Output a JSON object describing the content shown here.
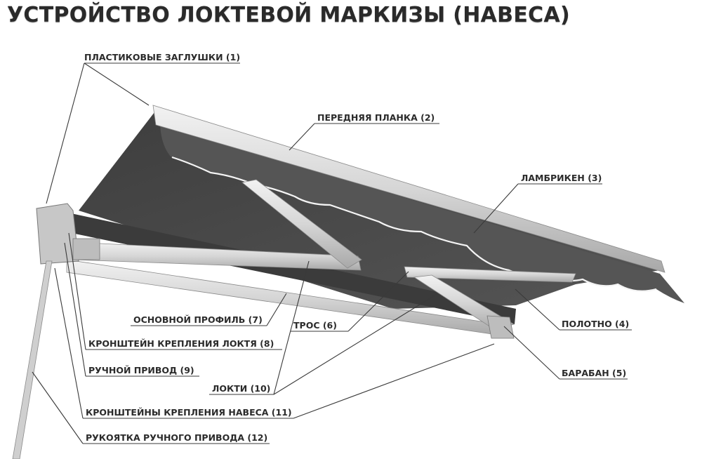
{
  "title": "УСТРОЙСТВО ЛОКТЕВОЙ МАРКИЗЫ (НАВЕСА)",
  "colors": {
    "fabric": "#4b4b4b",
    "profile": "#e2e2e2",
    "text": "#2b2b2b"
  },
  "labels": {
    "plugs": "ПЛАСТИКОВЫЕ ЗАГЛУШКИ (1)",
    "front_bar": "ПЕРЕДНЯЯ ПЛАНКА (2)",
    "valance": "ЛАМБРИКЕН (3)",
    "fabric": "ПОЛОТНО (4)",
    "drum": "БАРАБАН (5)",
    "cable": "ТРОС (6)",
    "main_profile": "ОСНОВНОЙ ПРОФИЛЬ (7)",
    "elbow_bracket": "КРОНШТЕЙН КРЕПЛЕНИЯ ЛОКТЯ (8)",
    "manual_drive": "РУЧНОЙ ПРИВОД (9)",
    "elbows": "ЛОКТИ (10)",
    "mount_brackets": "КРОНШТЕЙНЫ КРЕПЛЕНИЯ НАВЕСА (11)",
    "crank_handle": "РУКОЯТКА РУЧНОГО ПРИВОДА (12)"
  }
}
